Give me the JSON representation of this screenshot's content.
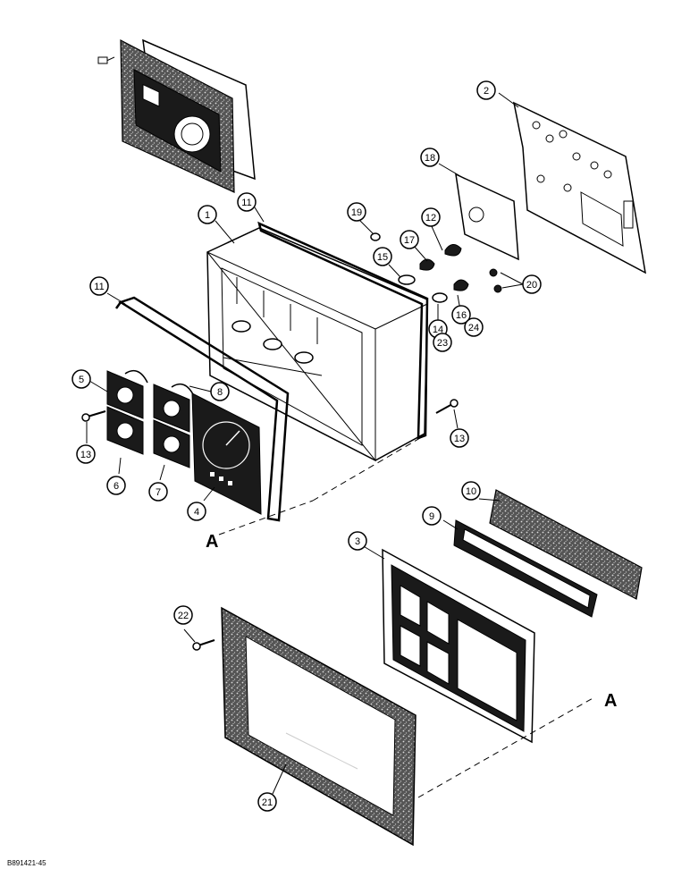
{
  "figure": {
    "reference_code": "B891421-45",
    "section_marker": "A",
    "callouts": [
      "1",
      "2",
      "3",
      "4",
      "5",
      "6",
      "7",
      "8",
      "9",
      "10",
      "11",
      "11",
      "12",
      "13",
      "13",
      "14",
      "15",
      "16",
      "17",
      "18",
      "19",
      "20",
      "21",
      "22",
      "23",
      "24"
    ]
  },
  "colors": {
    "ink": "#000000",
    "paper": "#ffffff",
    "foam": "#555555"
  }
}
